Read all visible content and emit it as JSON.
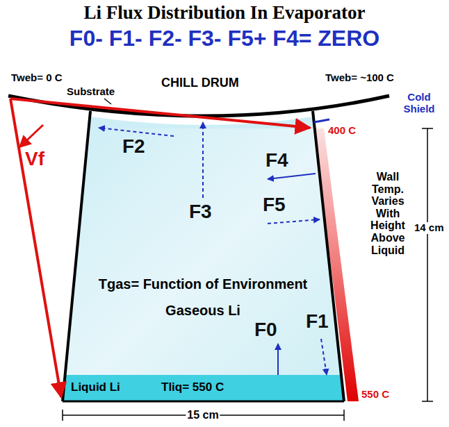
{
  "diagram": {
    "title": "Li Flux Distribution In Evaporator",
    "labels": [
      "F0- F1- F2- F3- F5+ F4= ZERO",
      "Tweb= 0 C",
      "CHILL DRUM",
      "Tweb= ~100 C",
      "Substrate",
      "Cold Shield",
      "Vf",
      "F2",
      "400 C",
      "F3",
      "F4",
      "Wall Temp. Varies With Height Above Liquid",
      "F5",
      "14 cm",
      "Tgas= Function of Environment",
      "Gaseous Li",
      "F0",
      "F1",
      "550 C",
      "Liquid Li",
      "Tliq= 550 C",
      "15 cm"
    ]
  }
}
